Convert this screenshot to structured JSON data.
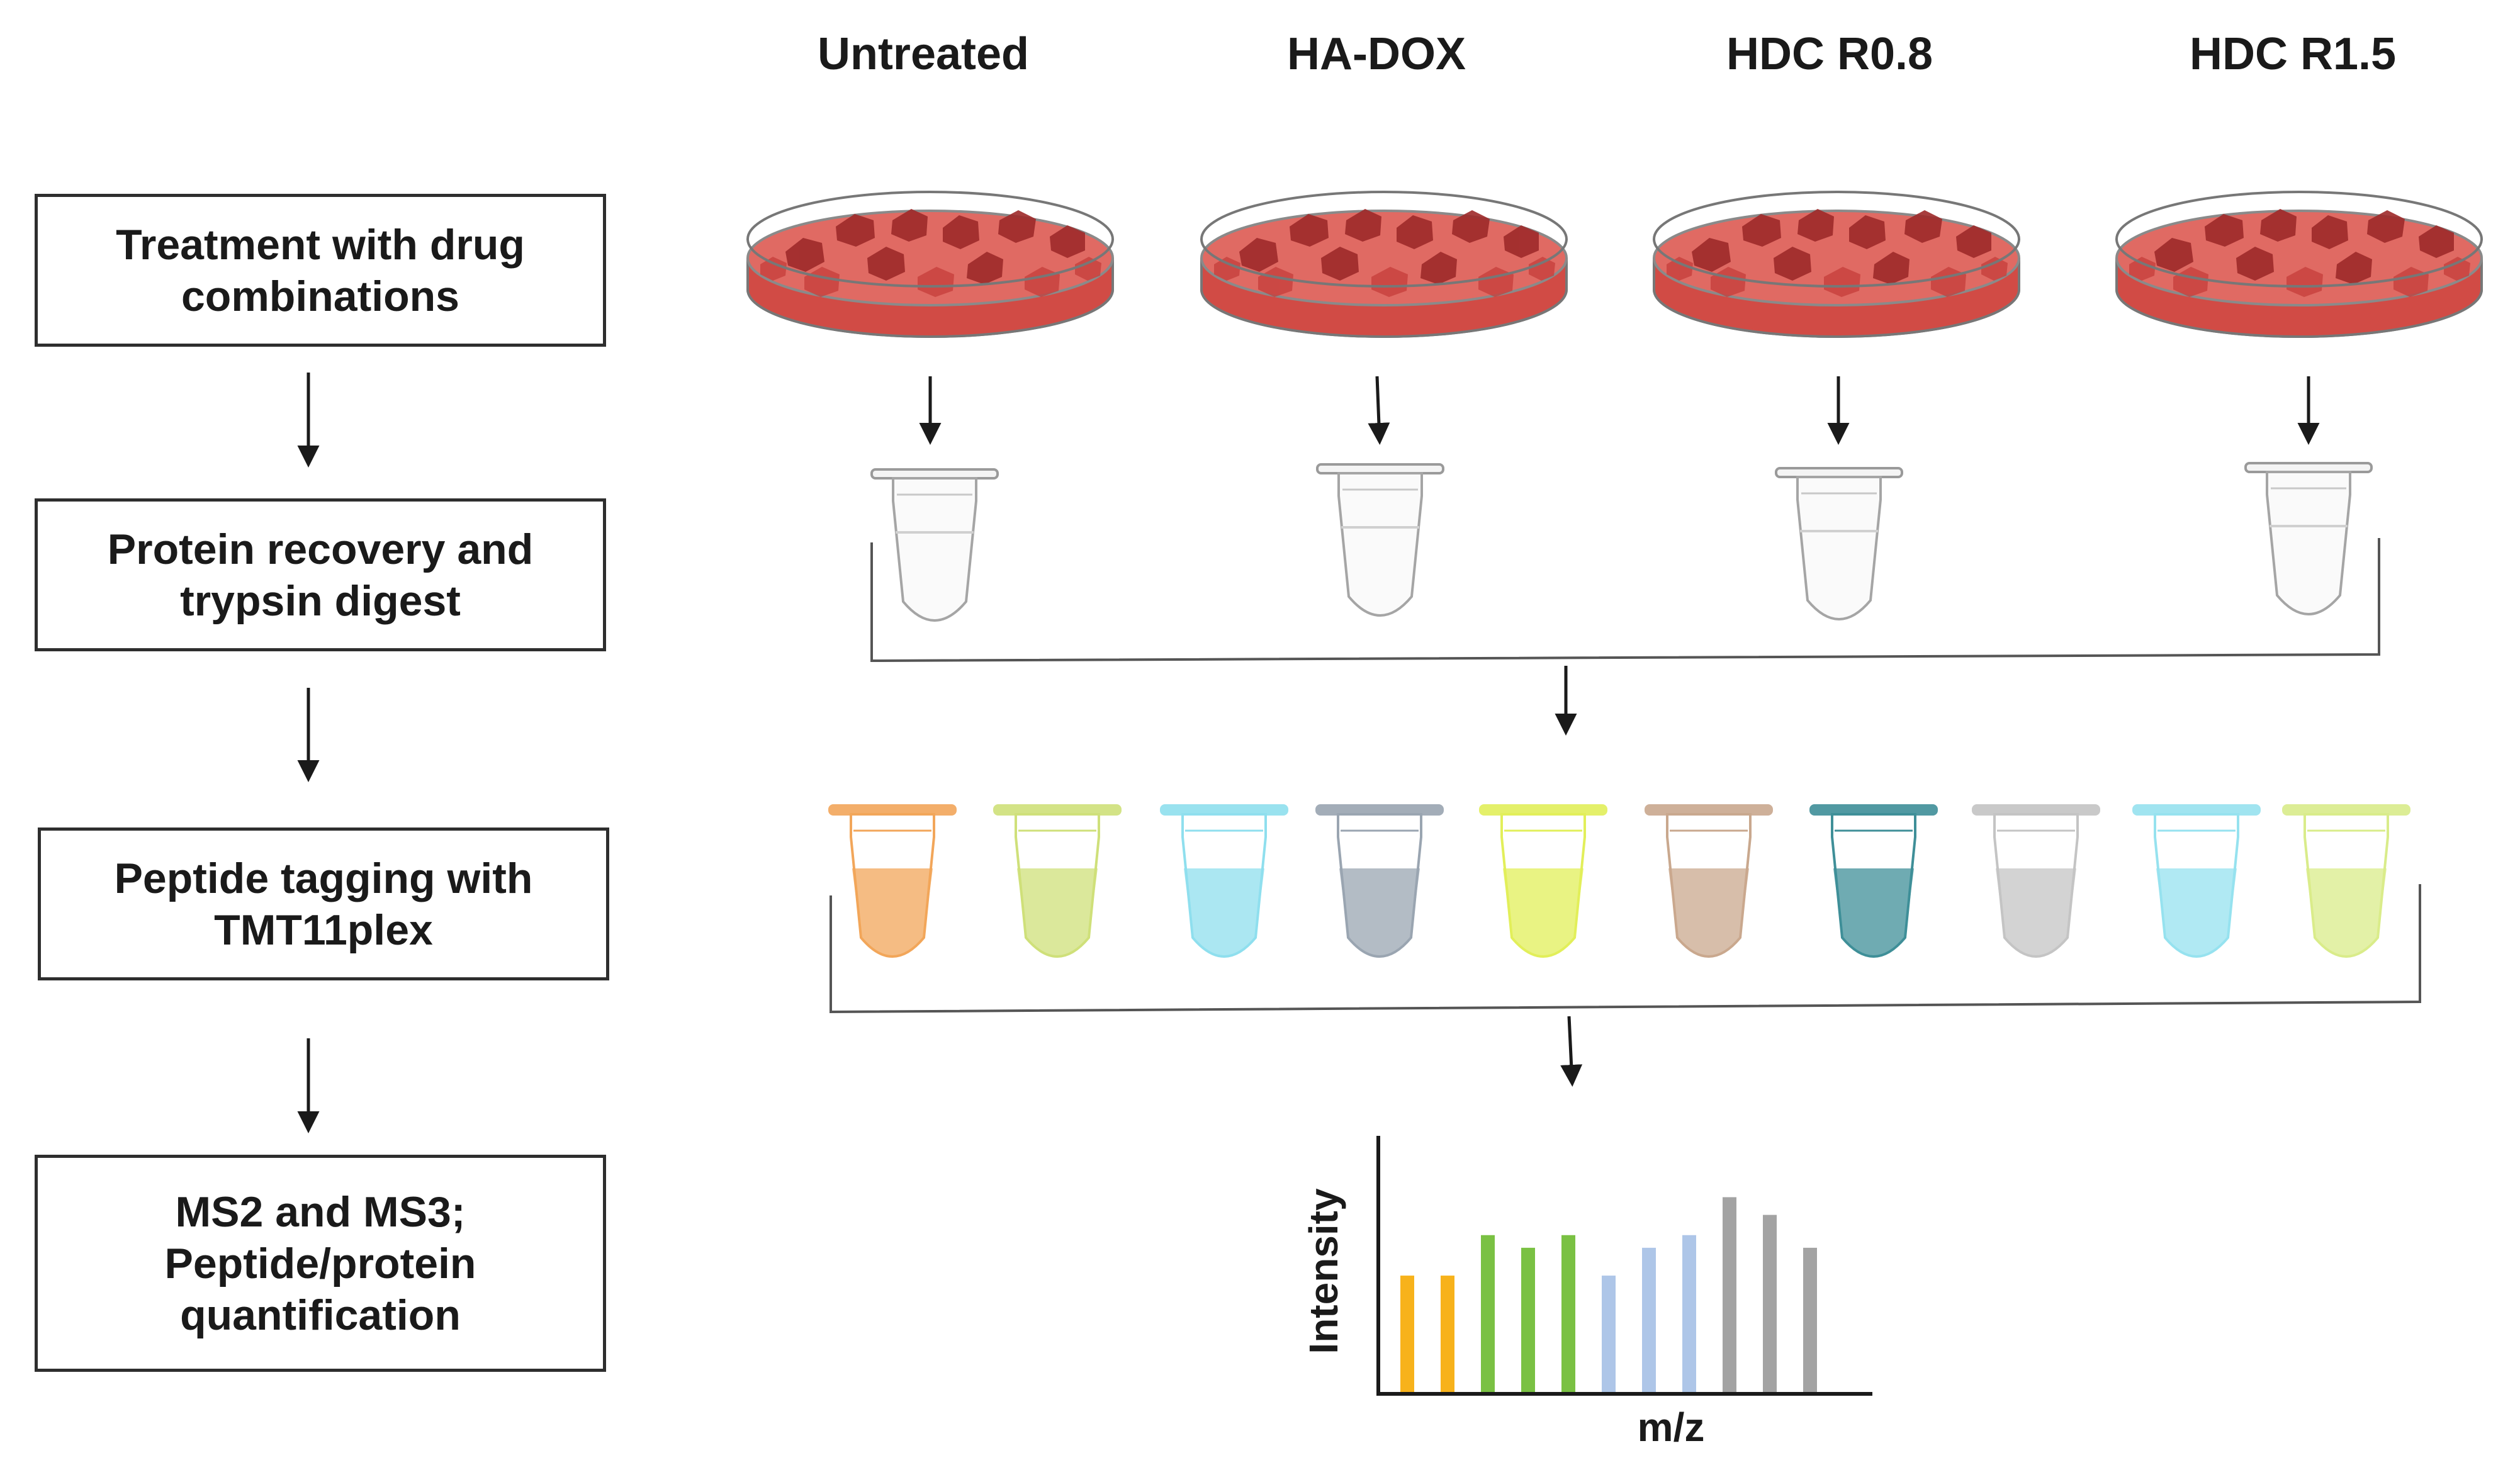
{
  "steps": [
    {
      "lines": [
        "Treatment with drug",
        "combinations"
      ]
    },
    {
      "lines": [
        "Protein recovery and",
        "trypsin digest"
      ]
    },
    {
      "lines": [
        "Peptide tagging with",
        "TMT11plex"
      ]
    },
    {
      "lines": [
        "MS2 and MS3;",
        "Peptide/protein",
        "quantification"
      ]
    }
  ],
  "conditions": [
    "Untreated",
    "HA-DOX",
    "HDC R0.8",
    "HDC R1.5"
  ],
  "tmt_tube_colors": [
    "#f2a65a",
    "#cfe07a",
    "#8fdfee",
    "#9aa5b1",
    "#e2ef5a",
    "#c9a88e",
    "#3f8f98",
    "#c4c4c4",
    "#96e2ef",
    "#d9ec8a"
  ],
  "colors": {
    "dish_red": "#d9504a",
    "cell_dark": "#9e2a2a",
    "tube_gray": "#bdbdbd"
  },
  "chart_data": {
    "type": "bar",
    "xlabel": "m/z",
    "ylabel": "Intensity",
    "values": [
      0.46,
      0.46,
      0.62,
      0.57,
      0.62,
      0.46,
      0.57,
      0.62,
      0.77,
      0.7,
      0.57
    ],
    "colors": [
      "#f7b21b",
      "#f7b21b",
      "#7ac143",
      "#7ac143",
      "#7ac143",
      "#aec6e8",
      "#aec6e8",
      "#aec6e8",
      "#a3a3a3",
      "#a3a3a3",
      "#a3a3a3"
    ],
    "ylim": [
      0,
      1
    ]
  }
}
